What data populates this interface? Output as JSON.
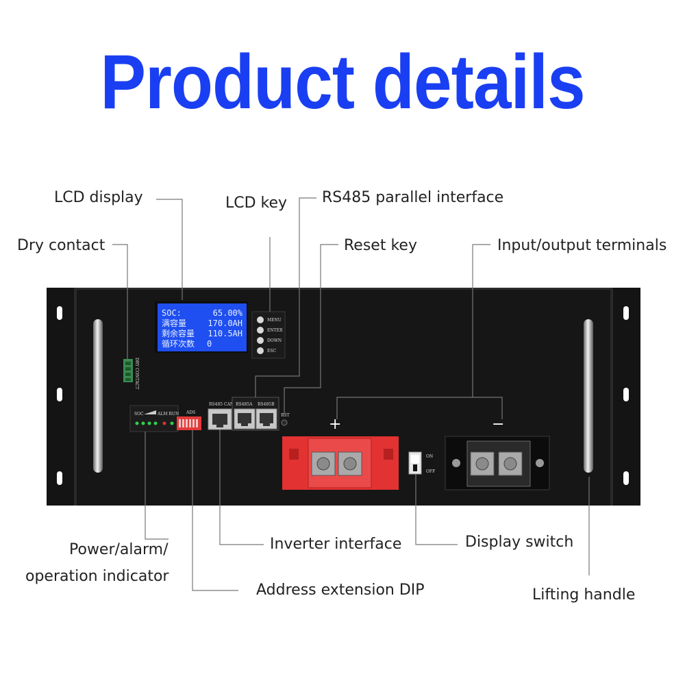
{
  "title": "Product details",
  "callouts": {
    "lcd_display": "LCD display",
    "lcd_key": "LCD key",
    "rs485_parallel": "RS485 parallel interface",
    "dry_contact": "Dry contact",
    "reset_key": "Reset key",
    "io_terminals": "Input/output terminals",
    "power_alarm_line1": "Power/alarm/",
    "power_alarm_line2": "operation indicator",
    "inverter_interface": "Inverter interface",
    "display_switch": "Display switch",
    "address_dip": "Address extension DIP",
    "lifting_handle": "Lifting handle"
  },
  "lcd": {
    "rows": [
      {
        "label": "SOC:",
        "value": "65.00%"
      },
      {
        "label": "满容量",
        "value": "170.0AH"
      },
      {
        "label": "剩余容量",
        "value": "110.5AH"
      },
      {
        "label": "循环次数",
        "value": "0"
      }
    ],
    "background": "#1f4ff0"
  },
  "keys": [
    "MENU",
    "ENTER",
    "DOWN",
    "ESC"
  ],
  "panel_labels": {
    "dry_contact": "DRY CONTACT",
    "indicator_soc": "SOC",
    "indicator_alm_run": "ALM RUN",
    "ads": "ADS",
    "rs485_can": "RS485 CAN",
    "rs485a": "RS485A",
    "rs485b": "RS485B",
    "rst": "RST",
    "switch_on": "ON",
    "switch_off": "OFF",
    "plus": "+",
    "minus": "−"
  },
  "colors": {
    "title": "#1a3ff2",
    "chassis": "#151515",
    "terminal_red": "#e23232",
    "led_green": "#2fd04a",
    "led_red": "#e03030"
  }
}
